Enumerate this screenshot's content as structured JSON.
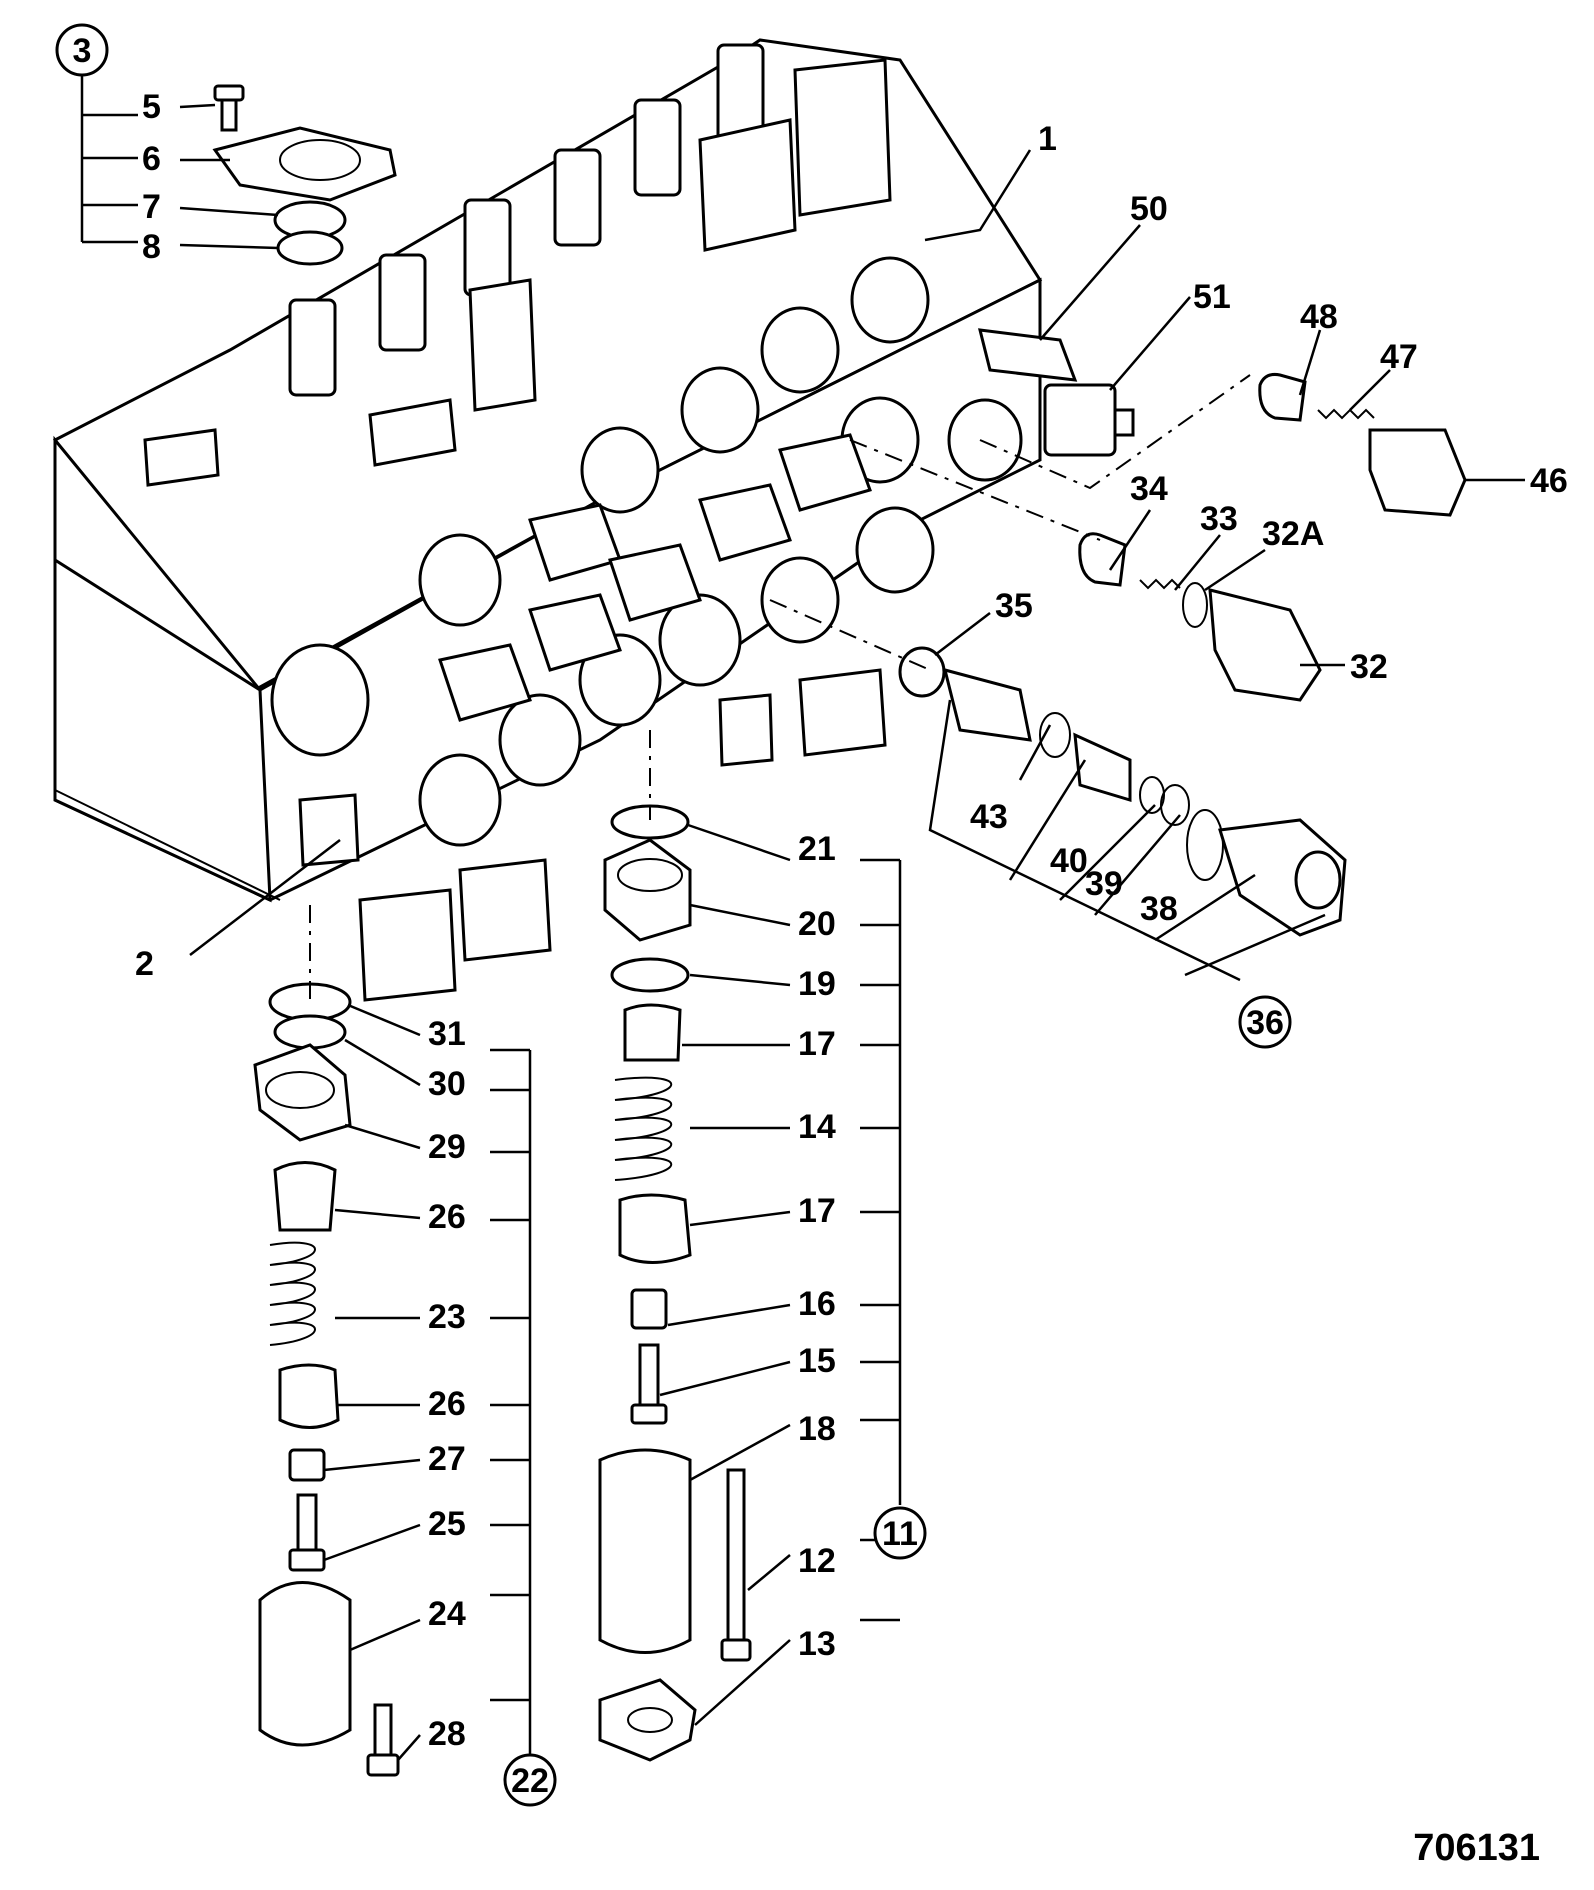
{
  "figure_id": "706131",
  "group_labels": [
    "3",
    "11",
    "22",
    "36"
  ],
  "labels": [
    "1",
    "2",
    "5",
    "6",
    "7",
    "8",
    "12",
    "13",
    "14",
    "15",
    "16",
    "17",
    "17",
    "18",
    "19",
    "20",
    "21",
    "23",
    "24",
    "25",
    "26",
    "26",
    "27",
    "28",
    "29",
    "30",
    "31",
    "32",
    "32A",
    "33",
    "34",
    "35",
    "38",
    "39",
    "40",
    "43",
    "46",
    "47",
    "48",
    "50",
    "51"
  ]
}
